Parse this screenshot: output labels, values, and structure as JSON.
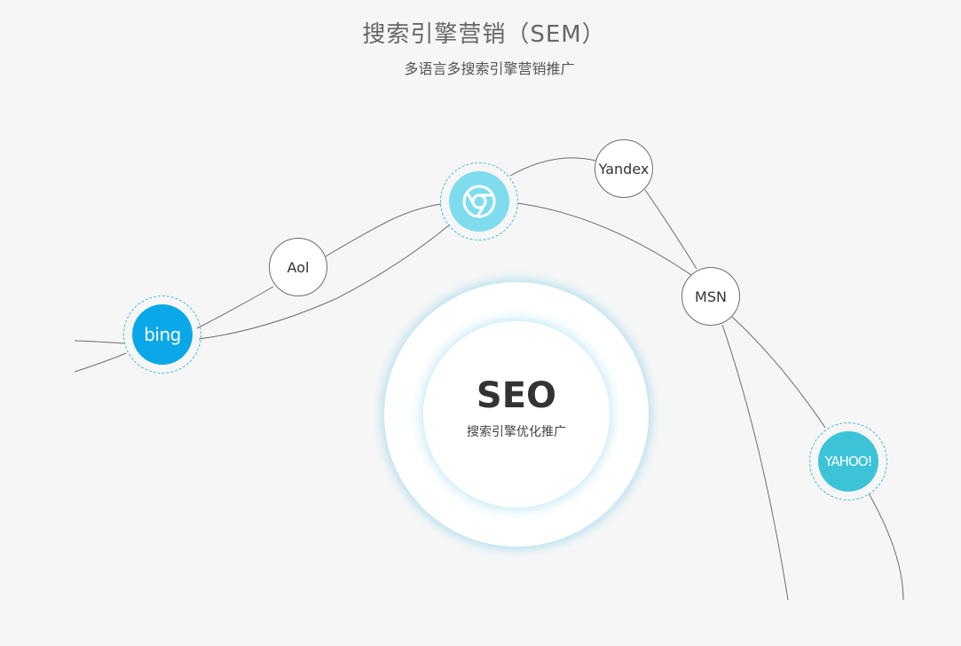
{
  "header": {
    "title": "搜索引擎营销（SEM）",
    "subtitle": "多语言多搜索引擎营销推广"
  },
  "center": {
    "title": "SEO",
    "subtitle": "搜索引擎优化推广"
  },
  "engines": [
    {
      "label": "bing",
      "kind": "logo",
      "icon": "bing-logo-icon",
      "color": "#0aa8e9"
    },
    {
      "label": "Aol",
      "kind": "plain"
    },
    {
      "label": "",
      "kind": "logo",
      "icon": "chrome-icon",
      "color": "#7fdcee"
    },
    {
      "label": "Yandex",
      "kind": "plain"
    },
    {
      "label": "MSN",
      "kind": "plain"
    },
    {
      "label": "YAHOO!",
      "kind": "logo",
      "icon": "yahoo-logo-icon",
      "color": "#3cc3d8"
    }
  ],
  "colors": {
    "background": "#f6f6f6",
    "line": "#6d6d6d",
    "ring": "#3fb8df"
  }
}
